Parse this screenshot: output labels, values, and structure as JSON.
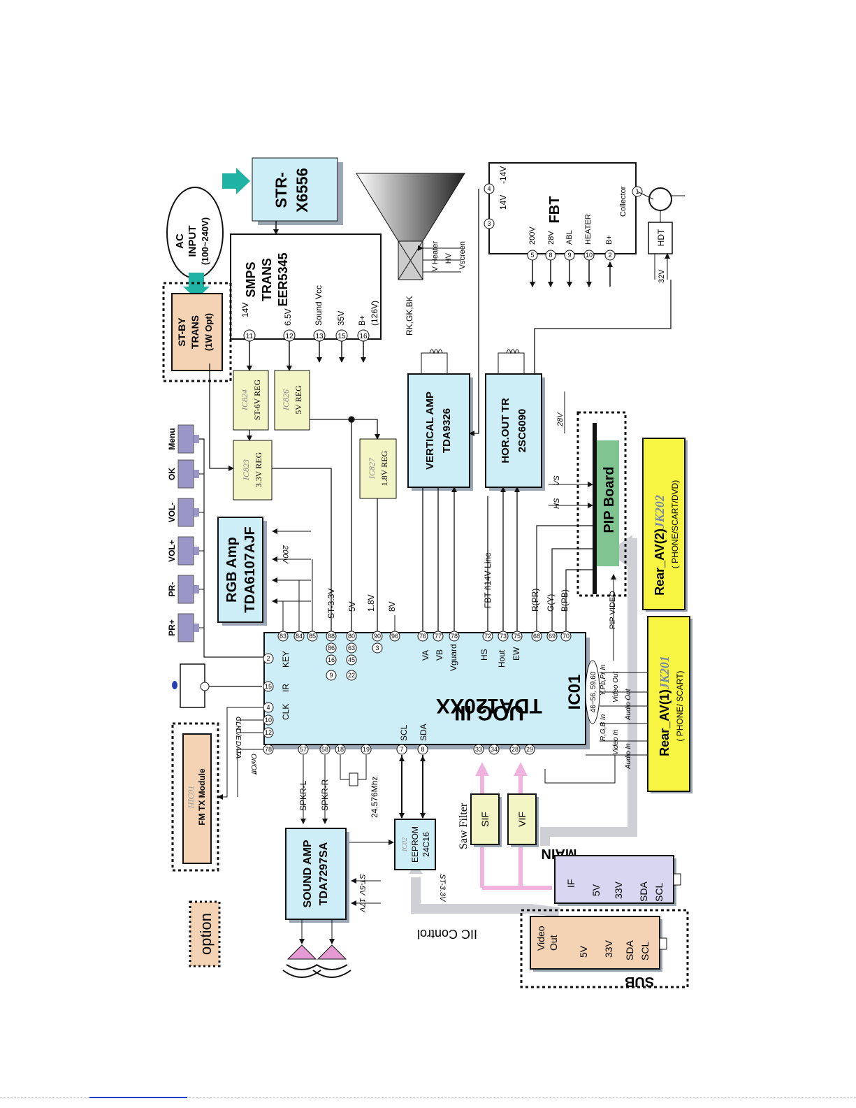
{
  "colors": {
    "block_cyan": "#cdeef7",
    "block_yellow_light": "#f3f5c4",
    "block_yellow": "#f7f542",
    "block_peach": "#f4d3b5",
    "block_lavender": "#d9d6f2",
    "block_green": "#7fc491",
    "button_purple": "#9b96c8",
    "speaker_pink": "#e59ad3",
    "arrow_teal": "#1fb3a3",
    "arrow_pink": "#f0b3df",
    "arrow_gray": "#cfcfd6",
    "line": "#111111"
  },
  "texts": {
    "ac_input_1": "AC",
    "ac_input_2": "INPUT",
    "ac_input_3": "(100~240V)",
    "str_1": "STR-",
    "str_2": "X6556",
    "smps_1": "SMPS",
    "smps_2": "TRANS",
    "smps_3": "EER5345",
    "stby_1": "ST-BY",
    "stby_2": "TRANS",
    "stby_3": "(1W Opt)",
    "smps_pin11": "11",
    "smps_pin12": "12",
    "smps_pin13": "13",
    "smps_pin15": "15",
    "smps_pin16": "16",
    "smps_out_14v": "14V",
    "smps_out_65v": "6.5V",
    "smps_out_soundvcc": "Sound Vcc",
    "smps_out_35v": "35V",
    "smps_out_bplus": "B+",
    "smps_out_126v": "(126V)",
    "crt_vheater": "V Heater",
    "crt_hv": "HV",
    "crt_vscreen": "Vscreen",
    "crt_rkgkbk": "RK,GK,BK",
    "fbt_title": "FBT",
    "fbt_14v": "14V",
    "fbt_neg14v": "-14V",
    "fbt_200v": "200V",
    "fbt_28v": "28V",
    "fbt_abl": "ABL",
    "fbt_heater": "HEATER",
    "fbt_bplus": "B+",
    "fbt_collector": "Collector",
    "fbt_pin1": "1",
    "fbt_pin2": "2",
    "fbt_pin3": "3",
    "fbt_pin4": "4",
    "fbt_pin5": "5",
    "fbt_pin8": "8",
    "fbt_pin9": "9",
    "fbt_pin10": "10",
    "hdt": "HDT",
    "hdt_32v": "32V",
    "ic824_a": "IC824",
    "ic824_b": "ST-6V REG",
    "ic826_a": "IC826",
    "ic826_b": "5V REG",
    "ic823_a": "IC823",
    "ic823_b": "3.3V REG",
    "ic827_a": "IC827",
    "ic827_b": "1.8V REG",
    "vamp_1": "VERTICAL AMP",
    "vamp_2": "TDA9326",
    "hout_1": "HOR.OUT TR",
    "hout_2": "2SC6090",
    "hout_28v": "28V",
    "btn_menu": "Menu",
    "btn_ok": "OK",
    "btn_volm": "VOL-",
    "btn_volp": "VOL+",
    "btn_prm": "PR-",
    "btn_prp": "PR+",
    "rgb_1": "RGB Amp",
    "rgb_2": "TDA6107AJF",
    "rgb_200v": "200V",
    "pip_board": "PIP Board",
    "pip_vs": "VS",
    "pip_hs": "HS",
    "pip_video": "PIP VIDEO",
    "rear2_1": "Rear_AV(2)",
    "rear2_jk": "JK202",
    "rear2_2": "( PHONE/SCART/DVD)",
    "rear1_1": "Rear_AV(1)",
    "rear1_jk": "JK201",
    "rear1_2": "( PHONE/ SCART)",
    "sig_ypbpr_in": "Y,Pb,Pr In",
    "sig_video_out": "Video Out",
    "sig_audio_out": "Audio Out",
    "sig_rgb_in": "R,G,B In",
    "sig_video_in": "Video In",
    "sig_audio_in": "Audio In",
    "uoc_1": "UOC III",
    "uoc_2": "TDA120XX",
    "ic01": "IC01",
    "uoc_key": "KEY",
    "uoc_ir": "IR",
    "uoc_clk": "CLK",
    "uoc_scl": "SCL",
    "uoc_sda": "SDA",
    "uoc_va": "VA",
    "uoc_vb": "VB",
    "uoc_vguard": "Vguard",
    "uoc_hs": "HS",
    "uoc_hout": "Hout",
    "uoc_ew": "EW",
    "pin_2": "2",
    "pin_15": "15",
    "pin_4": "4",
    "pin_10": "10",
    "pin_12": "12",
    "pin_78a": "78",
    "pin_83": "83",
    "pin_84": "84",
    "pin_85": "85",
    "pin_88": "88",
    "pin_86": "86",
    "pin_16": "16",
    "pin_9": "9",
    "pin_80": "80",
    "pin_63": "63",
    "pin_45": "45",
    "pin_22": "22",
    "pin_90": "90",
    "pin_3": "3",
    "pin_96": "96",
    "pin_76": "76",
    "pin_77": "77",
    "pin_78b": "78",
    "pin_72": "72",
    "pin_73": "73",
    "pin_75": "75",
    "pin_68": "68",
    "pin_69": "69",
    "pin_70": "70",
    "pin_57": "57",
    "pin_58": "58",
    "pin_18": "18",
    "pin_19": "19",
    "pin_7": "7",
    "pin_8": "8",
    "pin_33": "33",
    "pin_34": "34",
    "pin_28": "28",
    "pin_29": "29",
    "pin_range": "46~56, 59,60",
    "rail_st33": "ST-3.3V",
    "rail_5v": "5V",
    "rail_18v": "1.8V",
    "rail_8v": "8V",
    "rail_fbt14": "FBT ñ14V Line",
    "rail_rpr": "R(PR)",
    "rail_gy": "G(Y)",
    "rail_bpb": "B(PB)",
    "bus_clk": "CLK",
    "bus_ce": "C/E",
    "bus_data": "DATA",
    "bus_onoff": "On/Off",
    "fm_ic": "HIC01",
    "fm_name": "FM TX Module",
    "spkr_l": "SPKR-L",
    "spkr_r": "SPKR-R",
    "xtal": "24.576Mhz",
    "eeprom_ic": "IC02",
    "eeprom_1": "EEPROM",
    "eeprom_2": "24C16",
    "eeprom_st33": "ST-3.3V",
    "snd_1": "SOUND AMP",
    "snd_2": "TDA7297SA",
    "snd_st5v": "ST-5V",
    "snd_17v": "17V",
    "saw_filter": "Saw Filter",
    "sif": "SIF",
    "vif": "VIF",
    "main_label": "MAIN",
    "main_if": "IF",
    "main_5v": "5V",
    "main_33v": "33V",
    "main_sda": "SDA",
    "main_scl": "SCL",
    "sub_label": "SUB",
    "sub_video": "Video",
    "sub_out": "Out",
    "sub_5v": "5V",
    "sub_33v": "33V",
    "sub_sda": "SDA",
    "sub_scl": "SCL",
    "iic_control": "IIC Control",
    "option": "option"
  }
}
